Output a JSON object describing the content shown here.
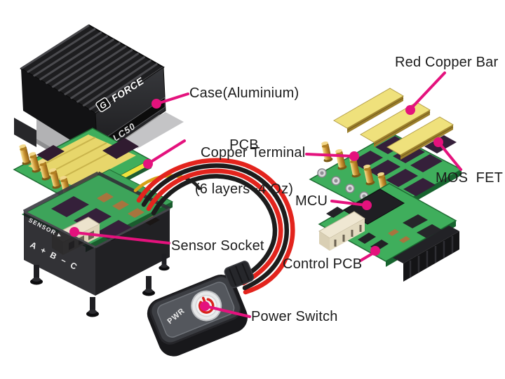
{
  "figure": {
    "type": "exploded-view-product-diagram",
    "background": "#ffffff",
    "accent_color": "#e4127d",
    "label_color": "#1b1b1b"
  },
  "labels": {
    "red_copper_bar": "Red Copper Bar",
    "case": "Case(Aluminium)",
    "pcb_line1": "PCB",
    "pcb_line2": "(6 layers−4 Oz)",
    "copper_terminal": "Copper Terminal",
    "mos_fet": "MOS  FET",
    "mcu": "MCU",
    "sensor_socket": "Sensor Socket",
    "control_pcb": "Control PCB",
    "power_switch": "Power Switch"
  },
  "product_markings": {
    "brand_g": "G",
    "brand_force": "FORCE",
    "model": "BLC50",
    "frame_sensor": "SENSOR ▸",
    "frame_pins": "A + B − C",
    "switch_pwr": "PWR"
  },
  "colors": {
    "leader_pink": "#e4127d",
    "pcb_green": "#3fae5c",
    "pcb_edge_yellow": "#f0e23c",
    "copper_gold": "#efe17c",
    "terminal_gold": "#c89030",
    "mosfet_dark": "#35203a",
    "case_black": "#1d1d1f",
    "cable_red": "#e3241d",
    "cable_black": "#1c1c1c",
    "power_glyph_red": "#d8241c"
  }
}
